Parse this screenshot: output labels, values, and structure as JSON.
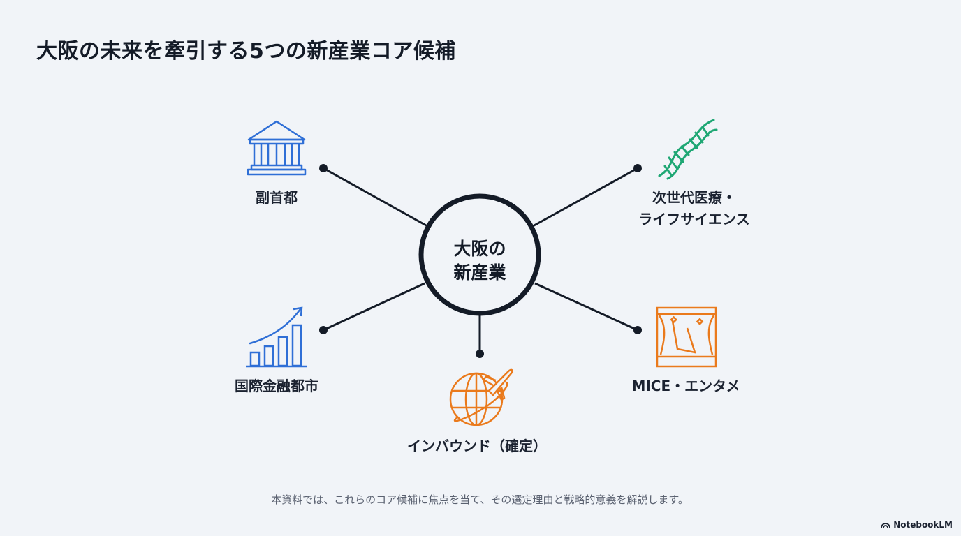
{
  "title": "大阪の未来を牽引する5つの新産業コア候補",
  "center": {
    "line1": "大阪の",
    "line2": "新産業"
  },
  "nodes": {
    "vice_capital": {
      "label": "副首都",
      "icon": "bank-building-icon",
      "color": "#2f6fd6"
    },
    "medical": {
      "line1": "次世代医療・",
      "line2": "ライフサイエンス",
      "icon": "dna-icon",
      "color": "#1fa774"
    },
    "finance": {
      "label": "国際金融都市",
      "icon": "growth-chart-icon",
      "color": "#2f6fd6"
    },
    "mice": {
      "label": "MICE・エンタメ",
      "icon": "stage-curtain-icon",
      "color": "#ea7a1c"
    },
    "inbound": {
      "label": "インバウンド（確定）",
      "icon": "globe-airplane-icon",
      "color": "#ea7a1c"
    }
  },
  "footer": "本資料では、これらのコア候補に焦点を当て、その選定理由と戦略的意義を解説します。",
  "brand": "NotebookLM"
}
